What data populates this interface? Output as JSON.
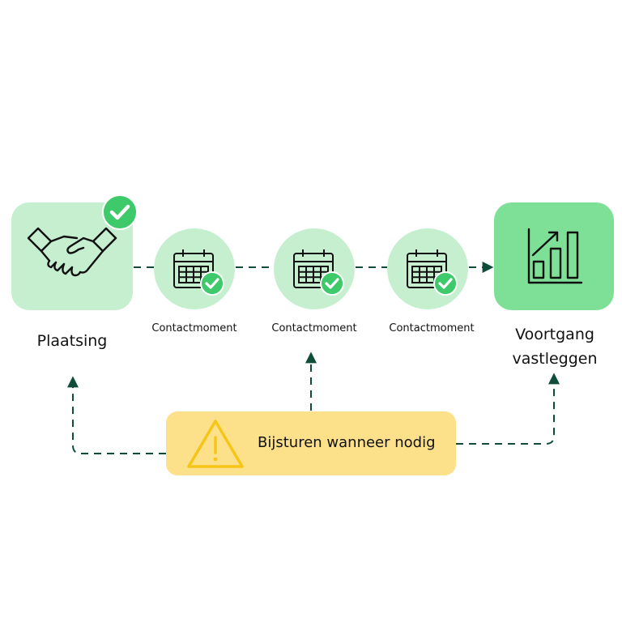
{
  "steps": {
    "plaatsing": {
      "label": "Plaatsing",
      "icon": "handshake-icon",
      "status": "completed"
    },
    "contactmomenten": [
      {
        "label": "Contactmoment",
        "icon": "calendar-check-icon",
        "status": "completed"
      },
      {
        "label": "Contactmoment",
        "icon": "calendar-check-icon",
        "status": "completed"
      },
      {
        "label": "Contactmoment",
        "icon": "calendar-check-icon",
        "status": "completed"
      }
    ],
    "voortgang": {
      "label_line1": "Voortgang",
      "label_line2": "vastleggen",
      "icon": "bar-chart-growth-icon"
    }
  },
  "feedback": {
    "label": "Bijsturen wanneer nodig",
    "icon": "warning-triangle-icon"
  },
  "colors": {
    "light_green": "#c6efcf",
    "strong_green": "#7ee096",
    "check_green": "#3ec96a",
    "warning_yellow": "#fde08a",
    "warning_icon": "#f5c518",
    "connector": "#0f4d3a"
  }
}
